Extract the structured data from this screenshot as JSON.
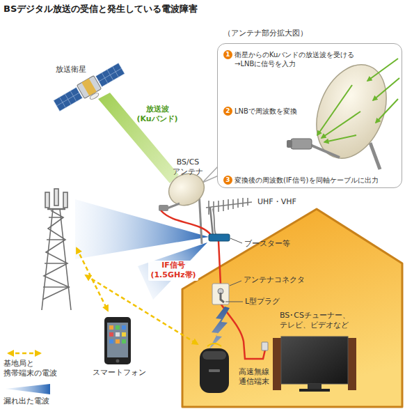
{
  "diagram": {
    "title": "BSデジタル放送の受信と発生している電波障害",
    "nodes": [
      {
        "text": [
          "（アンテナ部分拡大図）",
          "衛星からのKuバンドの放送波を受ける →LNBに信号を入力",
          "LNBで周波数を変換",
          "変換後の周波数(IF信号)を同軸ケーブルに出力"
        ]
      }
    ],
    "labels": [
      "放送衛星",
      "放送波 (Kuバンド)",
      "BS/CS アンテナ",
      "1",
      "2",
      "3",
      "UHF・VHF",
      "ブースター等",
      "IF信号 (1.5GHz帯)",
      "アンテナコネクタ",
      "L型プラグ",
      "BS･CSチューナー、 テレビ、ビデオなど",
      "スマートフォン",
      "高速無線 通信端末"
    ],
    "legend": [
      {
        "text": "基地局と 携帯端末の電波"
      },
      {
        "text": "漏れ出た電波"
      }
    ]
  }
}
